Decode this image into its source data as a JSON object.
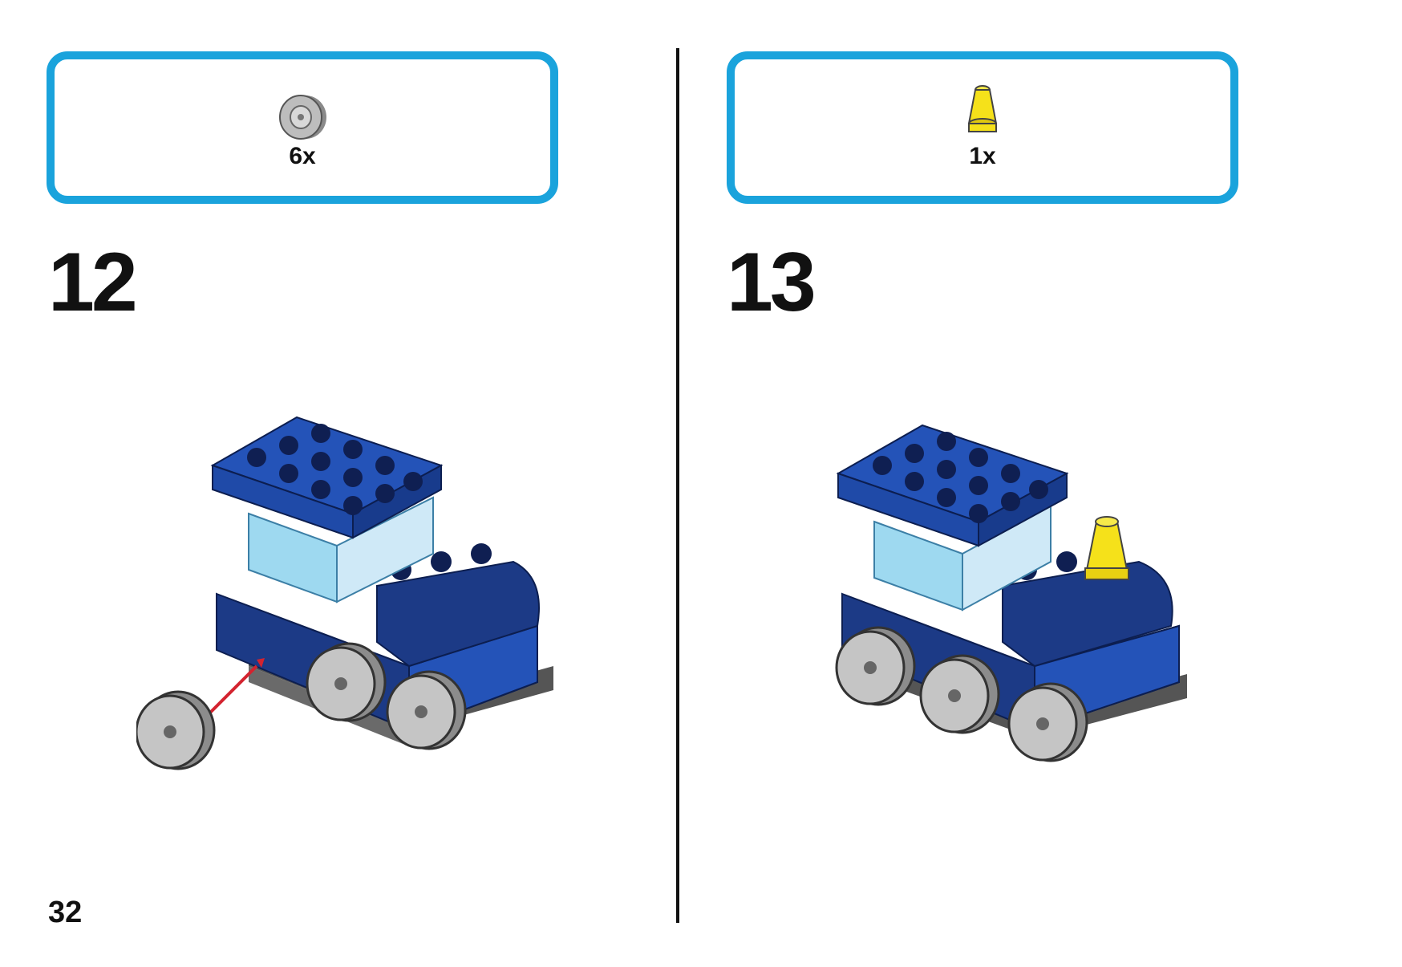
{
  "left_panel": {
    "parts": {
      "quantity": "6x",
      "part_icon": "gray-wheel-icon"
    },
    "step_number": "12"
  },
  "right_panel": {
    "parts": {
      "quantity": "1x",
      "part_icon": "yellow-cone-icon"
    },
    "step_number": "13"
  },
  "page_number": "32",
  "colors": {
    "frame": "#1aa3dc",
    "brick_blue": "#2453b8",
    "brick_dark_blue": "#1c3a86",
    "transparent_blue": "#9ed9f0",
    "wheel_gray": "#a9a9a9",
    "cone_yellow": "#f5e11a",
    "arrow_red": "#d3232f"
  }
}
